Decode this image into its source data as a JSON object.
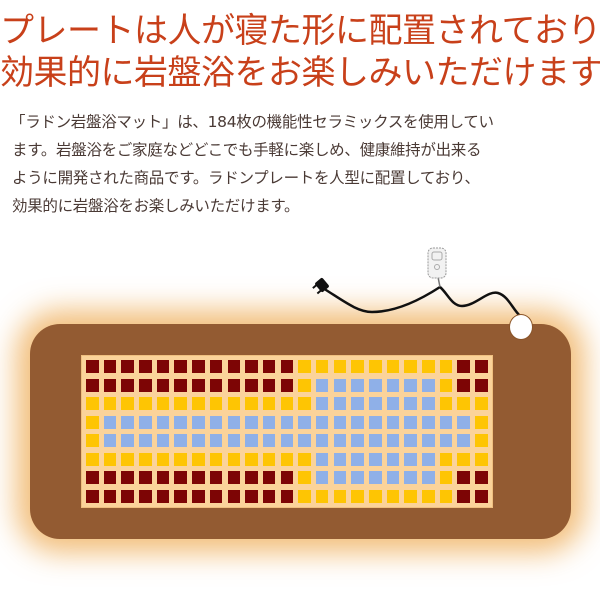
{
  "headline": {
    "line1": "プレートは人が寝た形に配置されており",
    "line2": "効果的に岩盤浴をお楽しみいただけます"
  },
  "description": {
    "lines": [
      "「ラドン岩盤浴マット」は、184枚の機能性セラミックスを使用してい",
      "ます。岩盤浴をご家庭などどこでも手軽に楽しめ、健康維持が出来る",
      "ように開発された商品です。ラドンプレートを人型に配置しており、",
      "効果的に岩盤浴をお楽しみいただけます。"
    ]
  },
  "mat": {
    "plate_count": 184,
    "columns": 23,
    "rows": 8,
    "colors": {
      "mat": "#935b32",
      "panel": "#fbd39a",
      "r": "#7d0505",
      "y": "#fec503",
      "b": "#8fb0e8",
      "glow": "#eeaa50"
    },
    "layout": [
      "rrrrrrrrrrrryyyyyyyyyrr",
      "rrrrrrrrrrrrybbbbbbbyrr",
      "yyyyyyyyyyyyybbbbbbbyyy",
      "ybbbbbbbbbbbbbbbbbbbbby",
      "ybbbbbbbbbbbbbbbbbbbbby",
      "yyyyyyyyyyyyybbbbbbbyyy",
      "rrrrrrrrrrrrybbbbbbbyrr",
      "rrrrrrrrrrrryyyyyyyyyrr"
    ]
  },
  "icons": {
    "plug": "power-plug-icon",
    "controller": "remote-controller-icon",
    "connector": "mat-connector-icon"
  }
}
